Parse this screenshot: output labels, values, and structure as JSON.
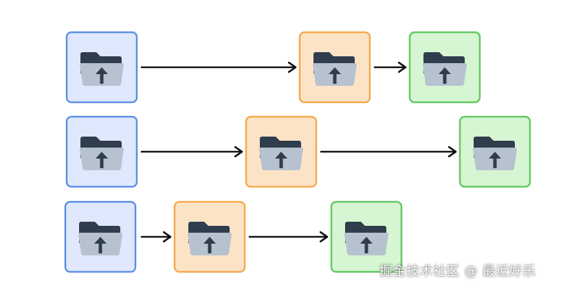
{
  "watermark": "掘金技术社区 @ 最近好乐",
  "colors": {
    "blue_fill": "#dfe8fc",
    "blue_border": "#5b8fe6",
    "orange_fill": "#fde3c6",
    "orange_border": "#f2aa4c",
    "green_fill": "#d6f5d2",
    "green_border": "#62c962",
    "folder_dark": "#2f3d4c",
    "folder_light": "#b6c2d0",
    "arrow": "#111111"
  },
  "rows": [
    {
      "nodes": [
        {
          "id": "r1-blue",
          "kind": "blue",
          "icon": "folder-upload-icon"
        },
        {
          "id": "r1-orange",
          "kind": "orange",
          "icon": "folder-upload-icon"
        },
        {
          "id": "r1-green",
          "kind": "green",
          "icon": "folder-upload-icon"
        }
      ]
    },
    {
      "nodes": [
        {
          "id": "r2-blue",
          "kind": "blue",
          "icon": "folder-upload-icon"
        },
        {
          "id": "r2-orange",
          "kind": "orange",
          "icon": "folder-upload-icon"
        },
        {
          "id": "r2-green",
          "kind": "green",
          "icon": "folder-upload-icon"
        }
      ]
    },
    {
      "nodes": [
        {
          "id": "r3-blue",
          "kind": "blue",
          "icon": "folder-upload-icon"
        },
        {
          "id": "r3-orange",
          "kind": "orange",
          "icon": "folder-upload-icon"
        },
        {
          "id": "r3-green",
          "kind": "green",
          "icon": "folder-upload-icon"
        }
      ]
    }
  ]
}
